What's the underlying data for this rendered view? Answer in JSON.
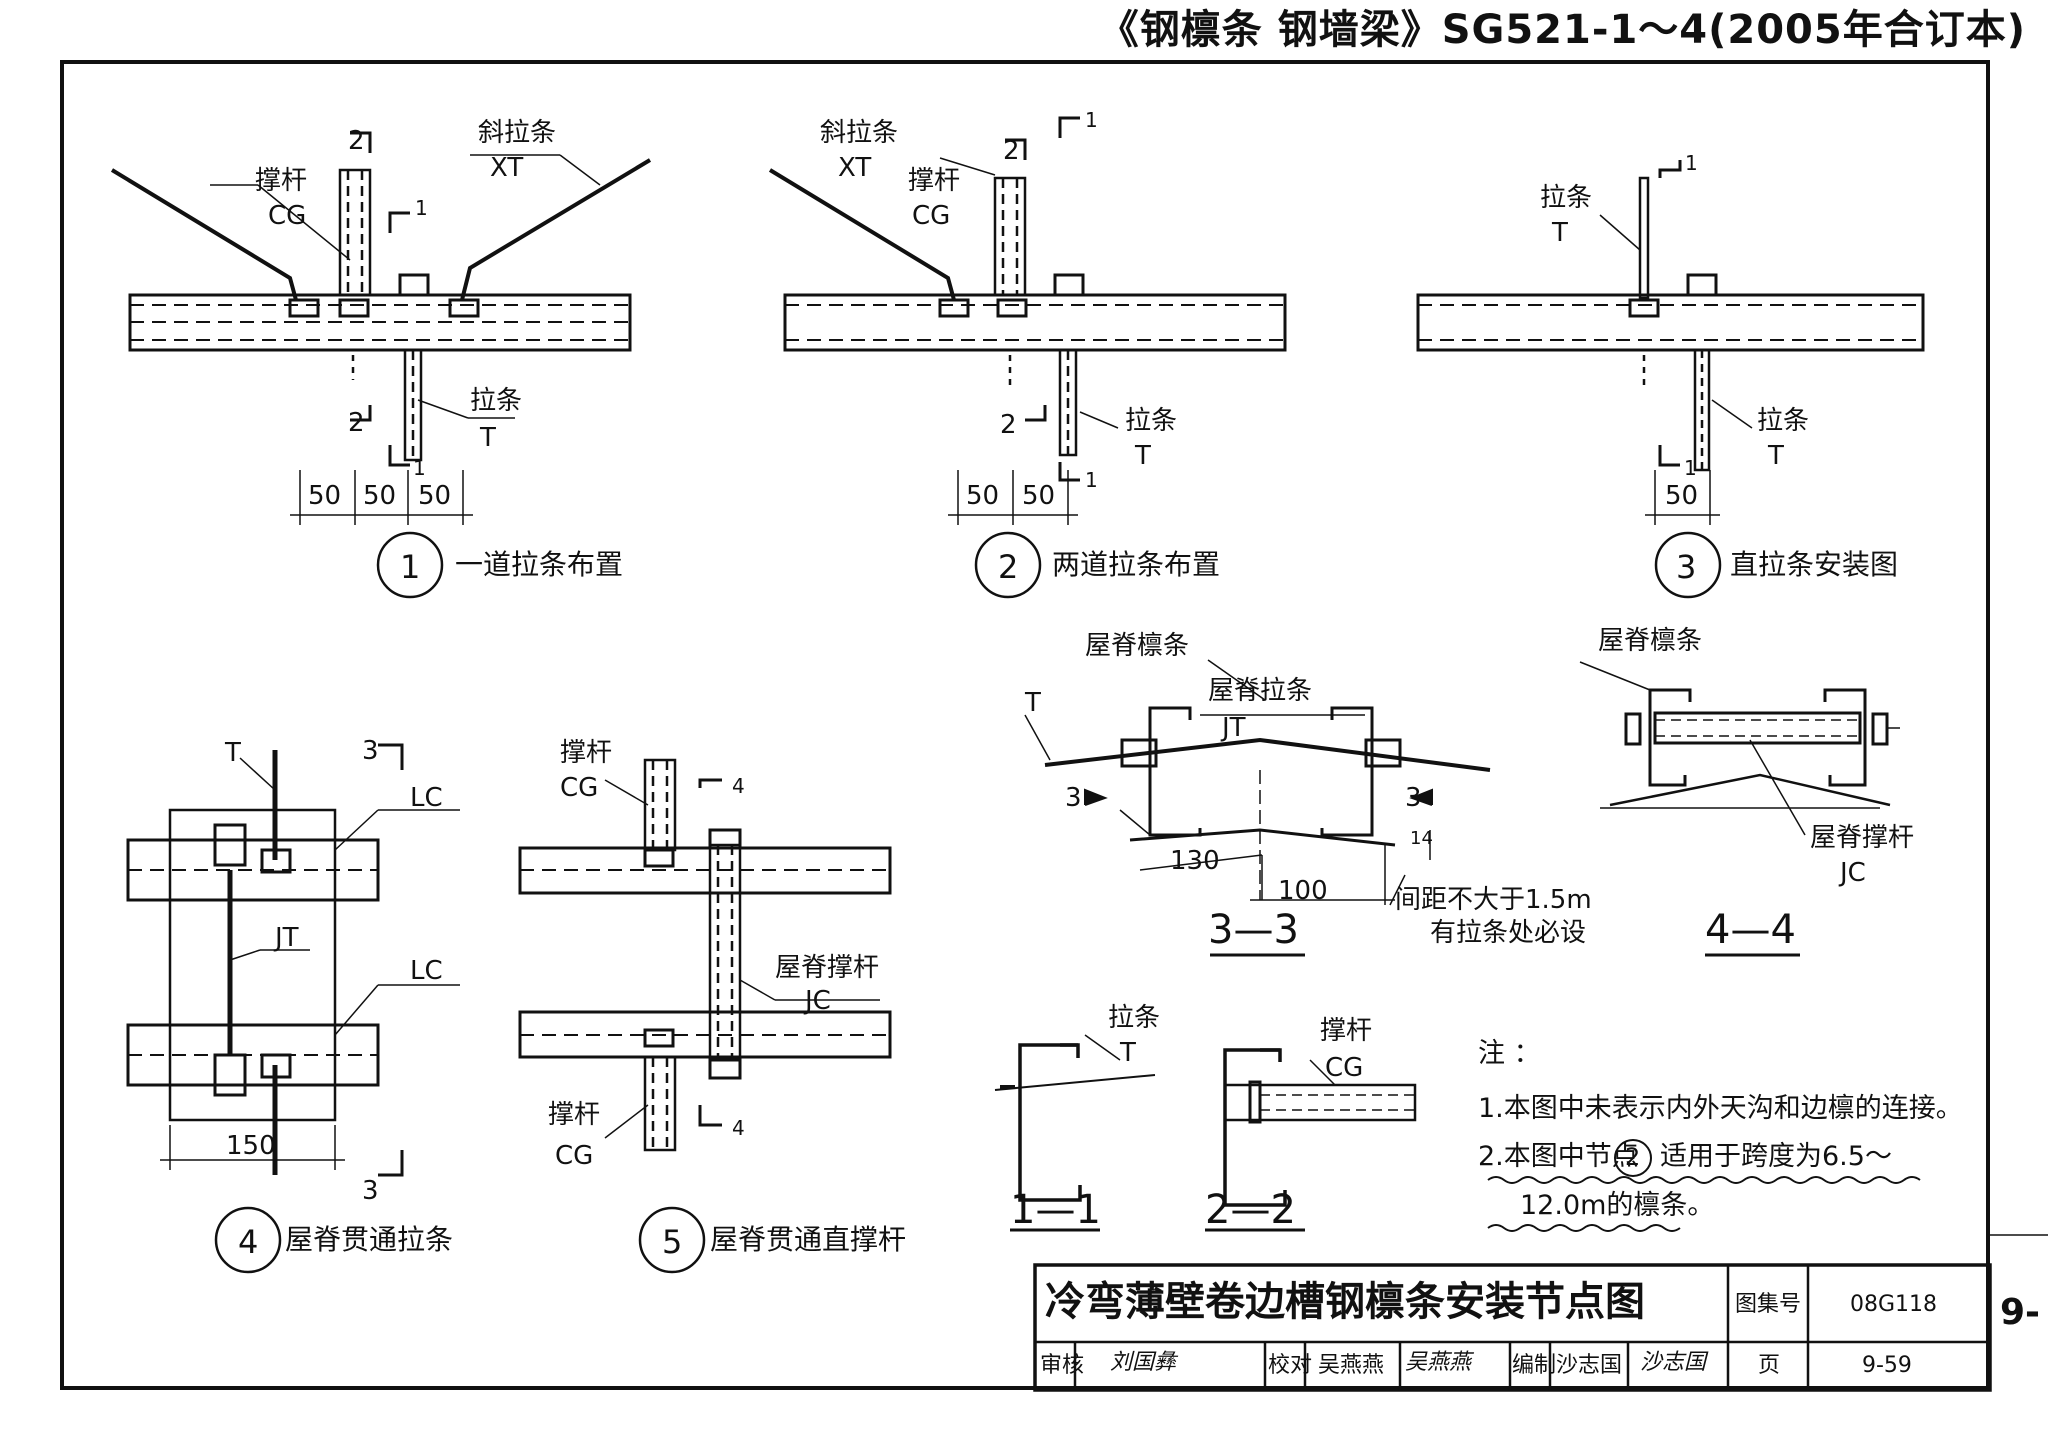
{
  "header": {
    "title": "《钢檩条 钢墙梁》SG521-1～4(2005年合订本)"
  },
  "details": {
    "d1": {
      "num": "1",
      "caption": "一道拉条布置",
      "lbl_xt_cn": "斜拉条",
      "lbl_xt": "XT",
      "lbl_cg_cn": "撑杆",
      "lbl_cg": "CG",
      "lbl_t_cn": "拉条",
      "lbl_t": "T",
      "sec_2": "2",
      "sec_1": "1",
      "dims": [
        "50",
        "50",
        "50"
      ]
    },
    "d2": {
      "num": "2",
      "caption": "两道拉条布置",
      "lbl_xt_cn": "斜拉条",
      "lbl_xt": "XT",
      "lbl_cg_cn": "撑杆",
      "lbl_cg": "CG",
      "lbl_t_cn": "拉条",
      "lbl_t": "T",
      "sec_2": "2",
      "sec_1": "1",
      "dims": [
        "50",
        "50"
      ]
    },
    "d3": {
      "num": "3",
      "caption": "直拉条安装图",
      "lbl_t_cn": "拉条",
      "lbl_t": "T",
      "sec_1": "1",
      "dims": [
        "50"
      ]
    },
    "d4": {
      "num": "4",
      "caption": "屋脊贯通拉条",
      "lbl_t": "T",
      "lbl_lc": "LC",
      "lbl_jt": "JT",
      "sec_3": "3",
      "dims": [
        "150"
      ]
    },
    "d5": {
      "num": "5",
      "caption": "屋脊贯通直撑杆",
      "lbl_cg_cn": "撑杆",
      "lbl_cg": "CG",
      "lbl_jc_cn": "屋脊撑杆",
      "lbl_jc": "JC",
      "sec_4": "4"
    }
  },
  "sections": {
    "s33": {
      "title": "3—3",
      "lbl_ridge": "屋脊檩条",
      "lbl_jt_cn": "屋脊拉条",
      "lbl_jt": "JT",
      "lbl_t": "T",
      "sec_3": "3",
      "dims": [
        "130",
        "100",
        "14"
      ],
      "note1": "间距不大于1.5m",
      "note2": "有拉条处必设"
    },
    "s44": {
      "title": "4—4",
      "lbl_ridge": "屋脊檩条",
      "lbl_jc_cn": "屋脊撑杆",
      "lbl_jc": "JC"
    },
    "s11": {
      "title": "1—1",
      "lbl_cn": "拉条",
      "lbl": "T"
    },
    "s22": {
      "title": "2—2",
      "lbl_cn": "撑杆",
      "lbl": "CG"
    }
  },
  "notes": {
    "heading": "注 ：",
    "line1": "1.本图中未表示内外天沟和边檩的连接。",
    "line2a": "2.本图中节点",
    "line2num": "2",
    "line2b": "适用于跨度为6.5～",
    "line3": "12.0m的檩条。"
  },
  "title_block": {
    "title": "冷弯薄壁卷边槽钢檩条安装节点图",
    "atlas_label": "图集号",
    "atlas_no": "08G118",
    "page_label": "页",
    "page_no": "9-59",
    "review_label": "审核",
    "review_name": "刘国彝",
    "check_label": "校对",
    "check_name": "吴燕燕",
    "draw_label": "编制",
    "draw_name": "沙志国",
    "edge_page": "9-"
  }
}
